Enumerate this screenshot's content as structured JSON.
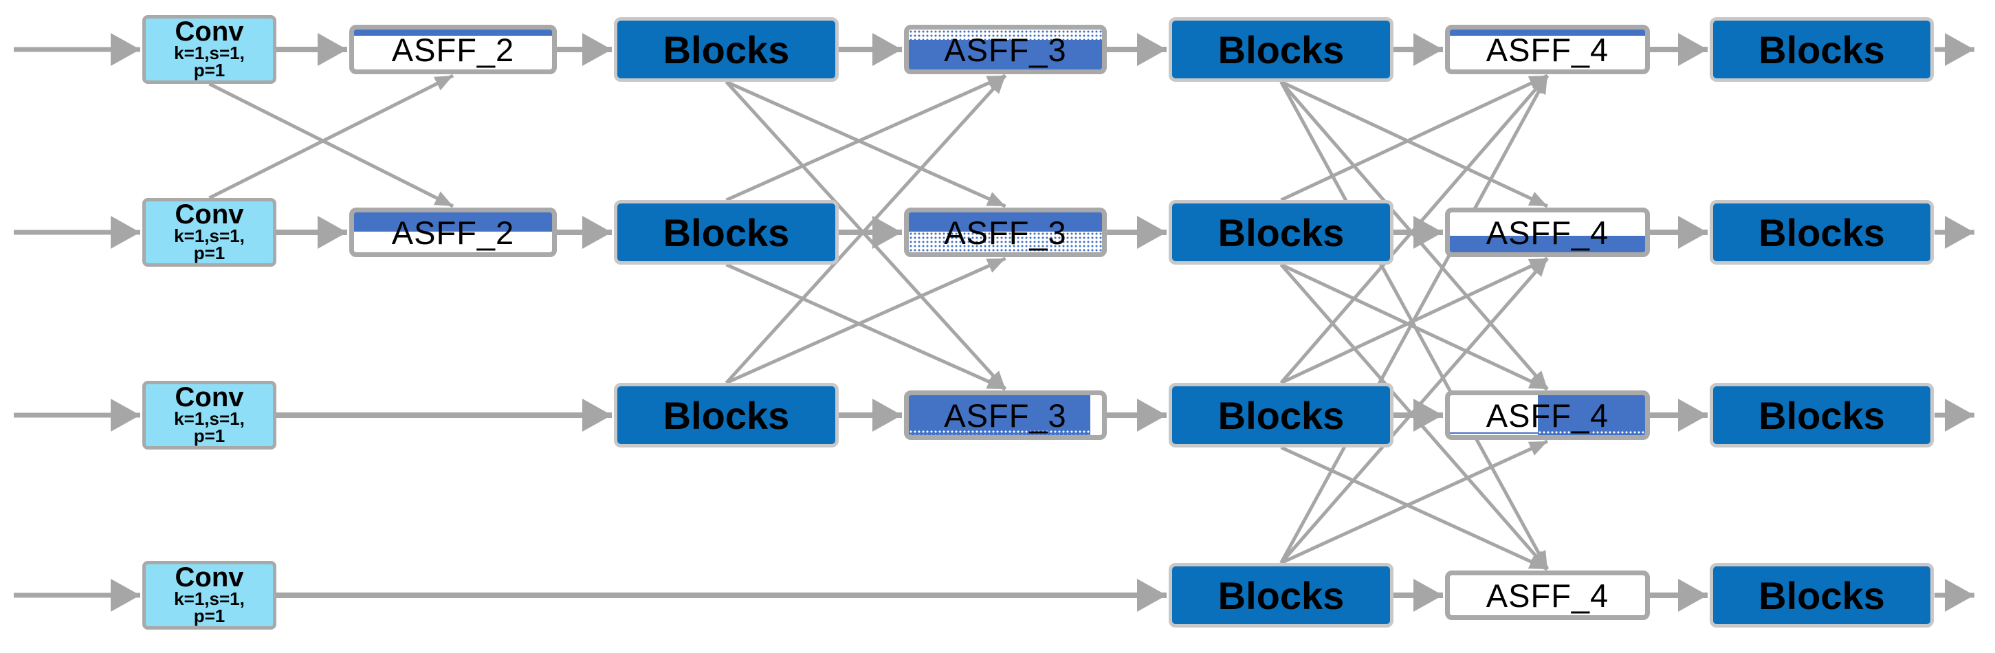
{
  "diagram": {
    "title": "ASFF multi-level feature fusion pipeline",
    "colors": {
      "blocks_fill": "#0B70BC",
      "asff_accent": "#4472C4",
      "conv_fill": "#8DDEF6",
      "box_border": "#A9A9A9",
      "arrow_gray": "#A6A6A6",
      "text": "#000000",
      "background": "#FFFFFF"
    },
    "labels": {
      "conv_title": "Conv",
      "conv_params_line1": "k=1,s=1,",
      "conv_params_line2": "p=1",
      "blocks": "Blocks",
      "asff2": "ASFF_2",
      "asff3": "ASFF_3",
      "asff4": "ASFF_4"
    },
    "rows": [
      {
        "name": "level-1",
        "nodes": [
          {
            "col": "conv",
            "type": "conv"
          },
          {
            "col": "asff2",
            "type": "asff",
            "label_key": "asff2",
            "fill": "top-bar"
          },
          {
            "col": "blocks1",
            "type": "blocks"
          },
          {
            "col": "asff3",
            "type": "asff",
            "label_key": "asff3",
            "fill": "dot-top"
          },
          {
            "col": "blocks2",
            "type": "blocks"
          },
          {
            "col": "asff4",
            "type": "asff",
            "label_key": "asff4",
            "fill": "top-bar"
          },
          {
            "col": "blocks3",
            "type": "blocks"
          }
        ]
      },
      {
        "name": "level-2",
        "nodes": [
          {
            "col": "conv",
            "type": "conv"
          },
          {
            "col": "asff2",
            "type": "asff",
            "label_key": "asff2",
            "fill": "top-half"
          },
          {
            "col": "blocks1",
            "type": "blocks"
          },
          {
            "col": "asff3",
            "type": "asff",
            "label_key": "asff3",
            "fill": "half-dot"
          },
          {
            "col": "blocks2",
            "type": "blocks"
          },
          {
            "col": "asff4",
            "type": "asff",
            "label_key": "asff4",
            "fill": "bottom-half"
          },
          {
            "col": "blocks3",
            "type": "blocks"
          }
        ]
      },
      {
        "name": "level-3",
        "nodes": [
          {
            "col": "conv",
            "type": "conv"
          },
          {
            "col": "blocks1",
            "type": "blocks"
          },
          {
            "col": "asff3",
            "type": "asff",
            "label_key": "asff3",
            "fill": "solid-gap"
          },
          {
            "col": "blocks2",
            "type": "blocks"
          },
          {
            "col": "asff4",
            "type": "asff",
            "label_key": "asff4",
            "fill": "right-half"
          },
          {
            "col": "blocks3",
            "type": "blocks"
          }
        ]
      },
      {
        "name": "level-4",
        "nodes": [
          {
            "col": "conv",
            "type": "conv"
          },
          {
            "col": "blocks2",
            "type": "blocks"
          },
          {
            "col": "asff4",
            "type": "asff",
            "label_key": "asff4",
            "fill": "plain"
          },
          {
            "col": "blocks3",
            "type": "blocks"
          }
        ]
      }
    ],
    "fusion_stages": [
      {
        "name": "asff2-fusion",
        "source_col": "conv",
        "target_col": "asff2",
        "rows": [
          0,
          1
        ]
      },
      {
        "name": "asff3-fusion",
        "source_col": "blocks1",
        "target_col": "asff3",
        "rows": [
          0,
          1,
          2
        ]
      },
      {
        "name": "asff4-fusion",
        "source_col": "blocks2",
        "target_col": "asff4",
        "rows": [
          0,
          1,
          2,
          3
        ]
      }
    ]
  }
}
